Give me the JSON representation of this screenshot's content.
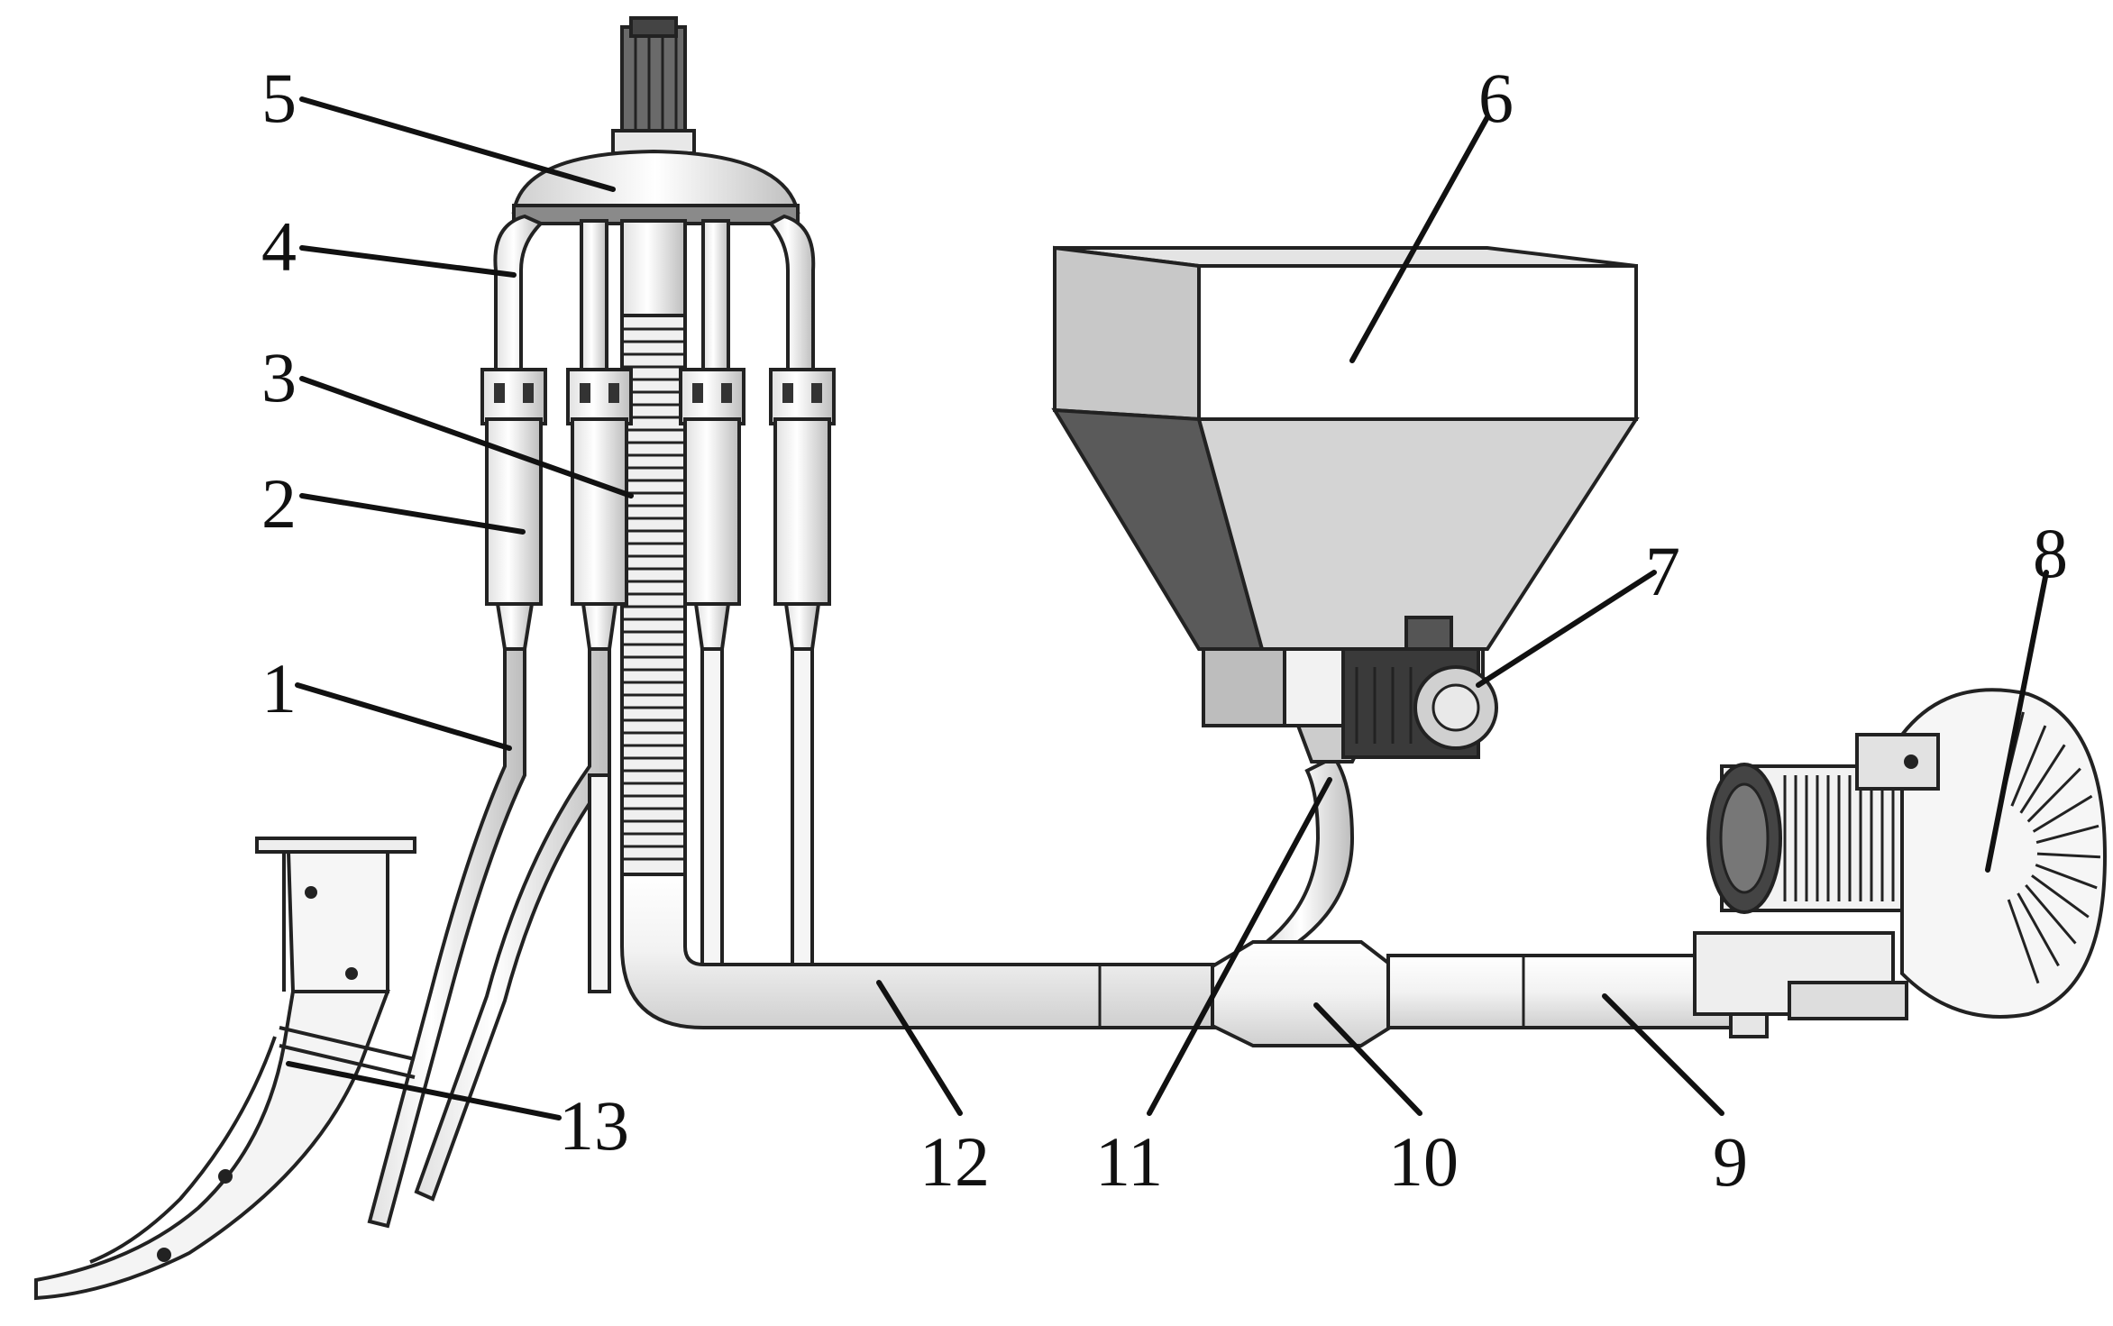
{
  "colors": {
    "line": "#222222",
    "hopper_light": "#d9d9d9",
    "hopper_mid": "#c4c4c4",
    "hopper_dark": "#555555",
    "motor_dark": "#3a3a3a",
    "metal_light": "#f4f4f4"
  },
  "callouts": [
    {
      "id": "1",
      "label": "1"
    },
    {
      "id": "2",
      "label": "2"
    },
    {
      "id": "3",
      "label": "3"
    },
    {
      "id": "4",
      "label": "4"
    },
    {
      "id": "5",
      "label": "5"
    },
    {
      "id": "6",
      "label": "6"
    },
    {
      "id": "7",
      "label": "7"
    },
    {
      "id": "8",
      "label": "8"
    },
    {
      "id": "9",
      "label": "9"
    },
    {
      "id": "10",
      "label": "10"
    },
    {
      "id": "11",
      "label": "11"
    },
    {
      "id": "12",
      "label": "12"
    },
    {
      "id": "13",
      "label": "13"
    }
  ]
}
